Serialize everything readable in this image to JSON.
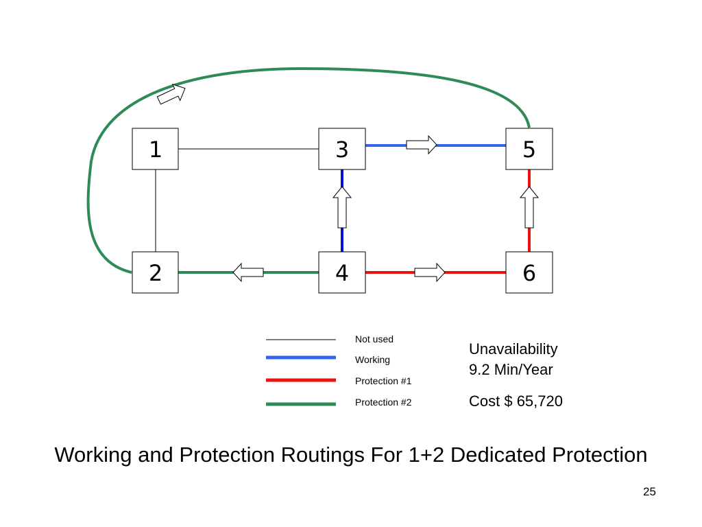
{
  "nodes": [
    {
      "id": "1",
      "label": "1"
    },
    {
      "id": "2",
      "label": "2"
    },
    {
      "id": "3",
      "label": "3"
    },
    {
      "id": "4",
      "label": "4"
    },
    {
      "id": "5",
      "label": "5"
    },
    {
      "id": "6",
      "label": "6"
    }
  ],
  "links": [
    {
      "from": "1",
      "to": "3",
      "status": "not_used"
    },
    {
      "from": "1",
      "to": "2",
      "status": "not_used"
    },
    {
      "from": "3",
      "to": "5",
      "status": "working"
    },
    {
      "from": "4",
      "to": "3",
      "status": "working"
    },
    {
      "from": "4",
      "to": "6",
      "status": "protection_1"
    },
    {
      "from": "6",
      "to": "5",
      "status": "protection_1"
    },
    {
      "from": "4",
      "to": "2",
      "status": "protection_2"
    },
    {
      "from": "2",
      "to": "5",
      "status": "protection_2"
    }
  ],
  "legend": [
    {
      "key": "not_used",
      "label": "Not used",
      "color": "#000000"
    },
    {
      "key": "working",
      "label": "Working",
      "color": "#3366ee"
    },
    {
      "key": "protection_1",
      "label": "Protection #1",
      "color": "#ee1111"
    },
    {
      "key": "protection_2",
      "label": "Protection #2",
      "color": "#2e8b57"
    }
  ],
  "colors": {
    "working_dark": "#0011cc"
  },
  "stats": {
    "unavailability_label": "Unavailability",
    "unavailability_value": "9.2 Min/Year",
    "cost": "Cost $ 65,720"
  },
  "caption": "Working and Protection Routings For 1+2 Dedicated Protection",
  "page_number": "25"
}
